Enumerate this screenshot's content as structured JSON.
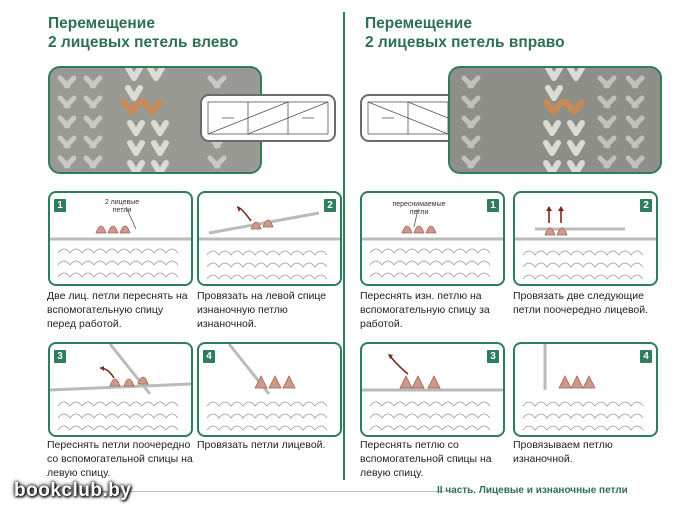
{
  "left": {
    "title_line1": "Перемещение",
    "title_line2": "2 лицевых петель влево",
    "steps": [
      {
        "num": "1",
        "callout": "2 лицевые петли",
        "caption": "Две лиц. петли переснять на вспомогательную спицу перед работой."
      },
      {
        "num": "2",
        "caption": "Провязать на левой спице изнаночную петлю изнаночной."
      },
      {
        "num": "3",
        "caption": "Переснять петли поочередно со вспомогательной спицы на левую спицу."
      },
      {
        "num": "4",
        "caption": "Провязать петли лицевой."
      }
    ]
  },
  "right": {
    "title_line1": "Перемещение",
    "title_line2": "2 лицевых петель вправо",
    "steps": [
      {
        "num": "1",
        "callout": "переснимаемые петли",
        "caption": "Переснять изн. петлю на вспомогательную спицу за работой."
      },
      {
        "num": "2",
        "caption": "Провязать две следующие петли поочередно лицевой."
      },
      {
        "num": "3",
        "caption": "Переснять петлю со вспомогательной спицы на левую спицу."
      },
      {
        "num": "4",
        "caption": "Провязываем петлю изнаночной."
      }
    ]
  },
  "footer": "II часть. Лицевые и изнаночные петли",
  "watermark": "bookclub.by",
  "colors": {
    "accent": "#2e7d5b",
    "title": "#2e7052",
    "yarn_gray": "#8f8f8a",
    "yarn_orange": "#c98a55",
    "loop_pink": "#cc9a8c",
    "arrow": "#7a2a20"
  }
}
